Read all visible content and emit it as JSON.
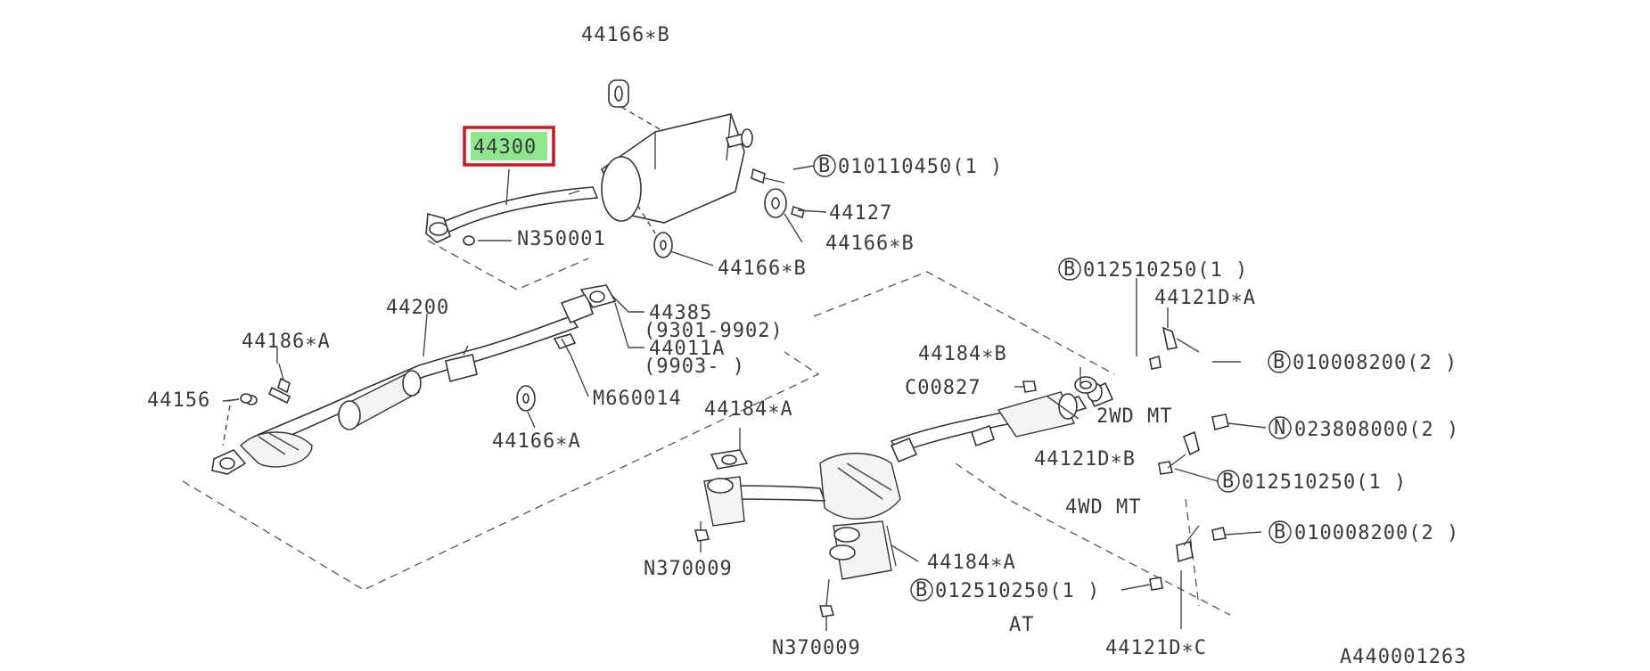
{
  "diagram": {
    "figure_code": "A440001263",
    "selected_part": "44300",
    "highlight_color": "#8ee78e",
    "highlight_border_color": "#d0151a",
    "bolt_symbol_B": "B",
    "bolt_symbol_N": "N",
    "labels": {
      "p44166B_top": "44166∗B",
      "p44300": "44300",
      "b010110450": "010110450(1  )",
      "p44127": "44127",
      "p44166B_mid": "44166∗B",
      "n350001": "N350001",
      "p44166B_low": "44166∗B",
      "p44200": "44200",
      "p44385": "44385",
      "p44385_range": "(9301-9902)",
      "p44011A": "44011A",
      "p44011A_range": "(9903-     )",
      "p44186A": "44186∗A",
      "p44156": "44156",
      "m660014": "M660014",
      "p44166A": "44166∗A",
      "b012510250_top": "012510250(1  )",
      "p44121DA": "44121D∗A",
      "b010008200_top": "010008200(2  )",
      "p44184B": "44184∗B",
      "c00827": "C00827",
      "mt2wd": "2WD MT",
      "p44184A_top": "44184∗A",
      "n023808000": "023808000(2  )",
      "p44121DB": "44121D∗B",
      "b012510250_mid": "012510250(1  )",
      "mt4wd": "4WD MT",
      "b010008200_low": "010008200(2  )",
      "n370009_left": "N370009",
      "p44184A_low": "44184∗A",
      "b012510250_low": "012510250(1  )",
      "at": "AT",
      "n370009_bottom": "N370009",
      "p44121DC": "44121D∗C"
    }
  }
}
